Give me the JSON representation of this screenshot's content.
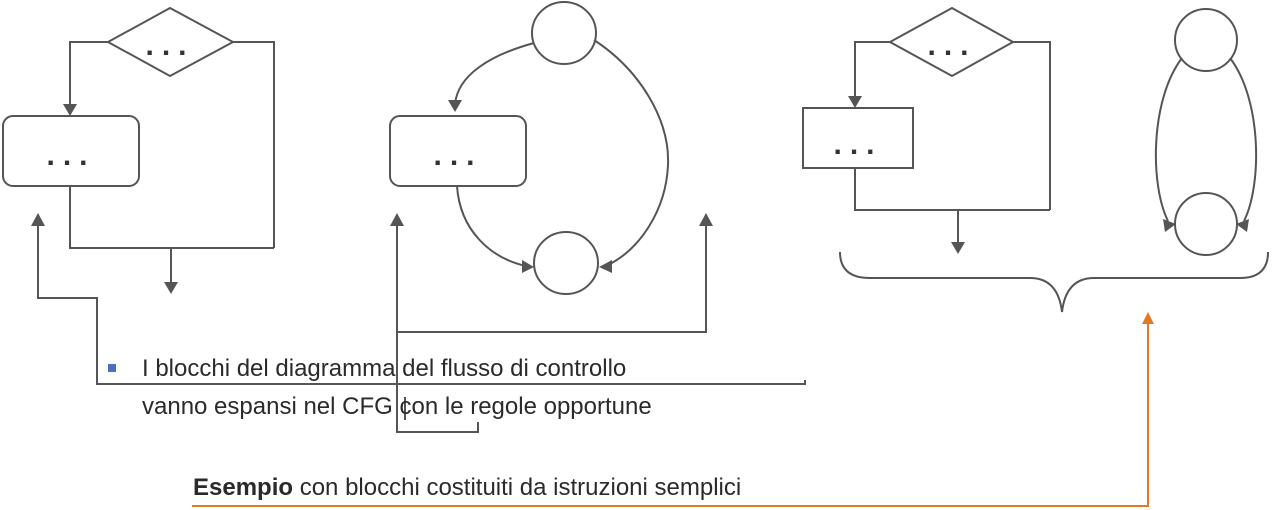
{
  "diagram": {
    "placeholder": "...",
    "bullet_color": "#4472C4",
    "connector_color": "#555555",
    "highlight_color": "#E07B24"
  },
  "caption": {
    "line1": "I blocchi del diagramma del flusso di controllo",
    "line2_pre": "vanno espansi nel ",
    "line2_cfg": "CFG",
    "line2_post": " con le regole opportune"
  },
  "example": {
    "bold": "Esempio",
    "rest": " con blocchi costituiti da istruzioni semplici"
  }
}
